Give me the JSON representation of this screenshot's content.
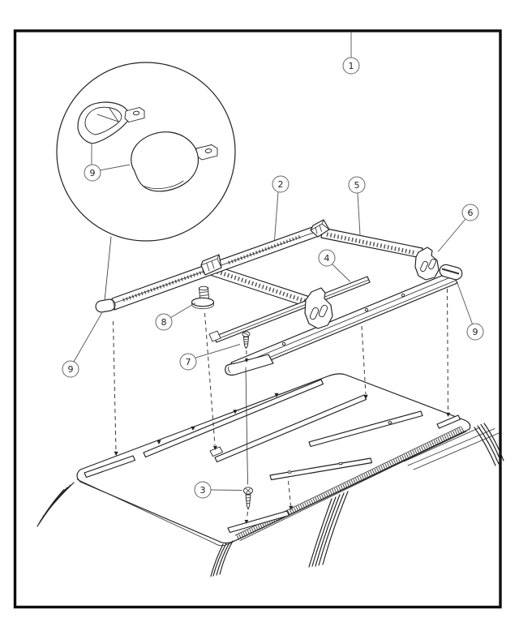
{
  "figure": {
    "type": "exploded-parts-diagram",
    "subject": "Vehicle roof luggage rack installation, exploded view with numbered callouts and magnified end-cap detail",
    "background_color": "#ffffff",
    "line_color": "#1f1f1f",
    "callout_stroke_color": "#666666",
    "callouts": {
      "c1": "1",
      "c2": "2",
      "c3": "3",
      "c4": "4",
      "c5": "5",
      "c6": "6",
      "c7": "7",
      "c8": "8",
      "c9_detail": "9",
      "c9_left": "9",
      "c9_right": "9"
    }
  }
}
